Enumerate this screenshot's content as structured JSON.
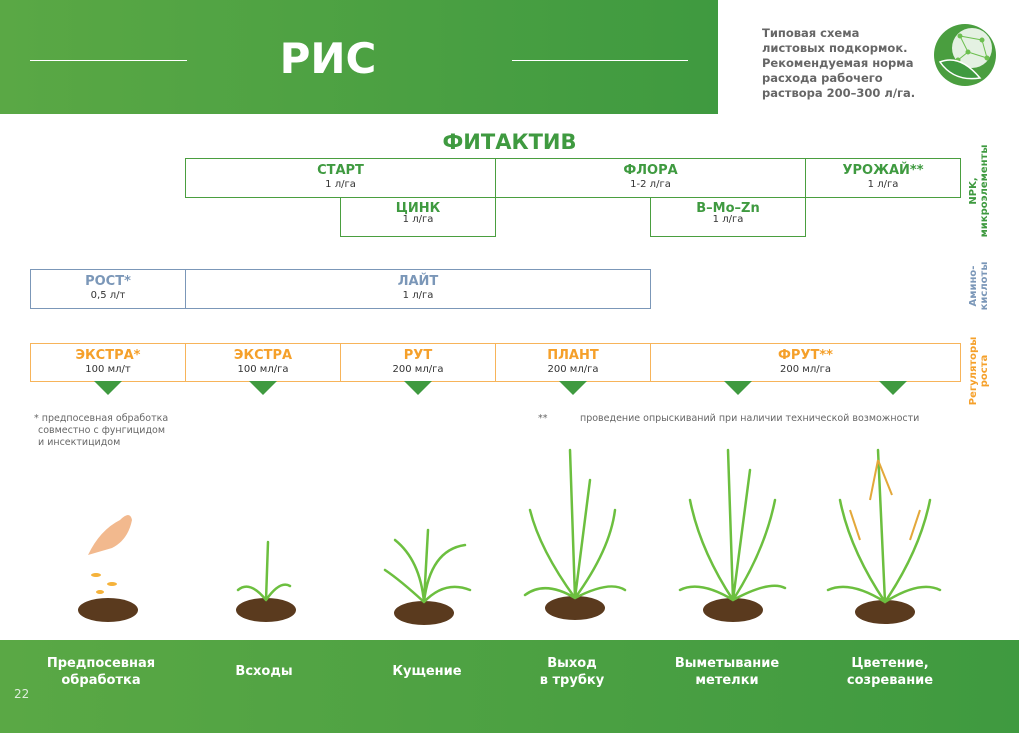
{
  "header": {
    "title": "РИС",
    "description": [
      "Типовая схема",
      "листовых подкормок.",
      "Рекомендуемая норма",
      "расхода рабочего",
      "раствора 200–300 л/га."
    ]
  },
  "brand": "ФИТАКТИВ",
  "npk": [
    {
      "name": "СТАРТ",
      "rate": "1 л/га"
    },
    {
      "name": "ФЛОРА",
      "rate": "1-2 л/га"
    },
    {
      "name": "УРОЖАЙ**",
      "rate": "1 л/га"
    },
    {
      "name": "ЦИНК",
      "rate": "1 л/га"
    },
    {
      "name": "B–Mo–Zn",
      "rate": "1 л/га"
    }
  ],
  "amino": [
    {
      "name": "РОСТ*",
      "rate": "0,5 л/т"
    },
    {
      "name": "ЛАЙТ",
      "rate": "1 л/га"
    }
  ],
  "growth": [
    {
      "name": "ЭКСТРА*",
      "rate": "100 мл/т"
    },
    {
      "name": "ЭКСТРА",
      "rate": "100 мл/га"
    },
    {
      "name": "РУТ",
      "rate": "200 мл/га"
    },
    {
      "name": "ПЛАНТ",
      "rate": "200 мл/га"
    },
    {
      "name": "ФРУТ**",
      "rate": "200 мл/га"
    }
  ],
  "side_labels": {
    "npk": "NPK, микроэлементы",
    "amino": "Амино- кислоты",
    "growth": "Регуляторы роста"
  },
  "notes": {
    "star": [
      "*  предпосевная обработка",
      "совместно с фунгицидом",
      "и инсектицидом"
    ],
    "dstar_mark": "**",
    "dstar": "проведение опрыскиваний при наличии технической возможности"
  },
  "stages": [
    [
      "Предпосевная",
      "обработка"
    ],
    [
      "Всходы",
      ""
    ],
    [
      "Кущение",
      ""
    ],
    [
      "Выход",
      "в трубку"
    ],
    [
      "Выметывание",
      "метелки"
    ],
    [
      "Цветение,",
      "созревание"
    ]
  ],
  "page_number": "22",
  "colors": {
    "green": "#3f9a40",
    "blue": "#7b97b8",
    "orange": "#f5a02a"
  }
}
